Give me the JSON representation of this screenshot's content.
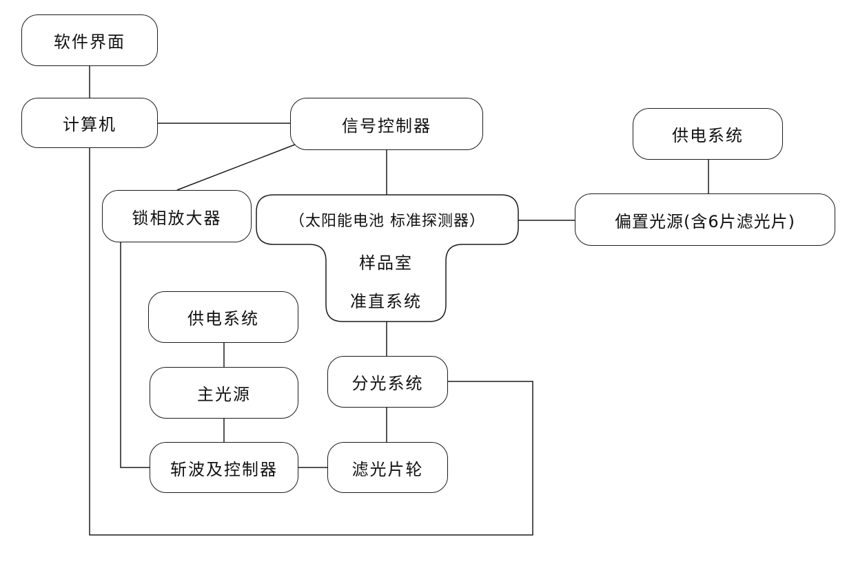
{
  "nodes": {
    "software": "软件界面",
    "computer": "计算机",
    "signal_controller": "信号控制器",
    "power_supply_bias": "供电系统",
    "lockin_amplifier": "锁相放大器",
    "sample_chamber_top": "（太阳能电池   标准探测器）",
    "sample_chamber": "样品室",
    "collimation": "准直系统",
    "bias_light": "偏置光源(含6片滤光片)",
    "power_supply_main": "供电系统",
    "main_light": "主光源",
    "chopper": "斩波及控制器",
    "monochromator": "分光系统",
    "filter_wheel": "滤光片轮"
  },
  "edges": [
    [
      "software",
      "computer"
    ],
    [
      "computer",
      "signal_controller"
    ],
    [
      "signal_controller",
      "lockin_amplifier"
    ],
    [
      "signal_controller",
      "sample_chamber"
    ],
    [
      "sample_chamber",
      "bias_light"
    ],
    [
      "power_supply_bias",
      "bias_light"
    ],
    [
      "lockin_amplifier",
      "chopper"
    ],
    [
      "power_supply_main",
      "main_light"
    ],
    [
      "main_light",
      "chopper"
    ],
    [
      "chopper",
      "filter_wheel"
    ],
    [
      "sample_chamber",
      "monochromator"
    ],
    [
      "monochromator",
      "filter_wheel"
    ],
    [
      "computer",
      "monochromator"
    ]
  ]
}
